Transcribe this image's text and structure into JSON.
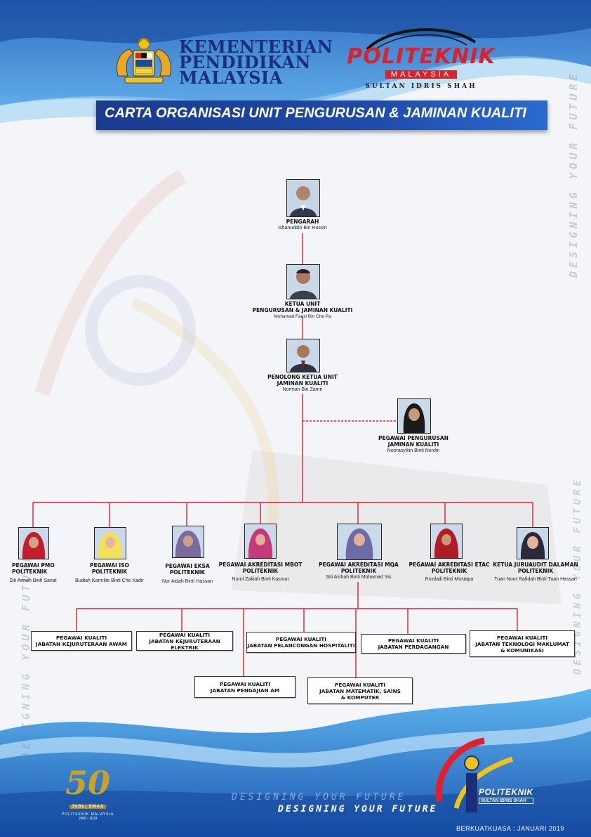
{
  "header": {
    "ministry_name": [
      "KEMENTERIAN",
      "PENDIDIKAN",
      "MALAYSIA"
    ],
    "poli_logo": {
      "word": "POLITEKNIK",
      "country": "MALAYSIA",
      "campus": "SULTAN IDRIS SHAH"
    },
    "title": "CARTA ORGANISASI UNIT PENGURUSAN & JAMINAN KUALITI"
  },
  "people": {
    "pengarah": {
      "title": "PENGARAH",
      "name": "Ishanuddin Bin Hussin"
    },
    "ketua": {
      "title": "KETUA UNIT\nPENGURUSAN & JAMINAN KUALITI",
      "name": "Mohamad Fauzi Bin Che Pa"
    },
    "penolong": {
      "title": "PENOLONG KETUA UNIT\nJAMINAN KUALITI",
      "name": "Norman Bin Zamri"
    },
    "pengurusan": {
      "title": "PEGAWAI PENGURUSAN\nJAMINAN KUALITI",
      "name": "Noorasyikin Binti Nordin"
    }
  },
  "officers": [
    {
      "title": "PEGAWAI PMO\nPOLITEKNIK",
      "name": "Siti Arinah Binti Sanat"
    },
    {
      "title": "PEGAWAI ISO\nPOLITEKNIK",
      "name": "Budiah Karmilie Binti Che Kadir"
    },
    {
      "title": "PEGAWAI EKSA\nPOLITEKNIK",
      "name": "Nor Aidah Binti Hassan"
    },
    {
      "title": "PEGAWAI AKREDITASI MBOT\nPOLITEKNIK",
      "name": "Nurul Zakiah Binti Kasnun"
    },
    {
      "title": "PEGAWAI AKREDITASI MQA\nPOLITEKNIK",
      "name": "Siti Aishah Binti Mohamad Sis"
    },
    {
      "title": "PEGAWAI AKREDITASI ETAC\nPOLITEKNIK",
      "name": "Rozilaili Binti Mustapa"
    },
    {
      "title": "KETUA JURUAUDIT DALAMAN\nPOLITEKNIK",
      "name": "Tuan Noor Rafidah Binti Tuan Hassan"
    }
  ],
  "quality_officers": [
    "PEGAWAI KUALITI\nJABATAN KEJURUTERAAN AWAM",
    "PEGAWAI KUALITI\nJABATAN KEJURUTERAAN ELEKTRIK",
    "PEGAWAI KUALITI\nJABATAN PELANCONGAN HOSPITALITI",
    "PEGAWAI KUALITI\nJABATAN PERDAGANGAN",
    "PEGAWAI KUALITI\nJABATAN TEKNOLOGI MAKLUMAT\n& KOMUNIKASI",
    "PEGAWAI KUALITI\nJABATAN PENGAJIAN AM",
    "PEGAWAI KUALITI\nJABATAN MATEMATIK, SAINS\n& KOMPUTER"
  ],
  "footer": {
    "jubilee_number": "50",
    "jubilee_text": "JUBLI EMAS",
    "jubilee_sub": "POLITEKNIK MALAYSIA",
    "jubilee_years": "1969 - 2019",
    "tagline": "DESIGNING YOUR FUTURE",
    "side_text": "DESIGNING YOUR FUTURE",
    "poli_brand": "POLITEKNIK",
    "poli_brand_sub": "SULTAN IDRIS SHAH",
    "effective": "BERKUATKUASA  :  JANUARI 2019"
  },
  "colors": {
    "connector": "#e2202b",
    "banner": "#1e4aa8",
    "accent_red": "#d8232a",
    "navy": "#1a2f7a"
  }
}
